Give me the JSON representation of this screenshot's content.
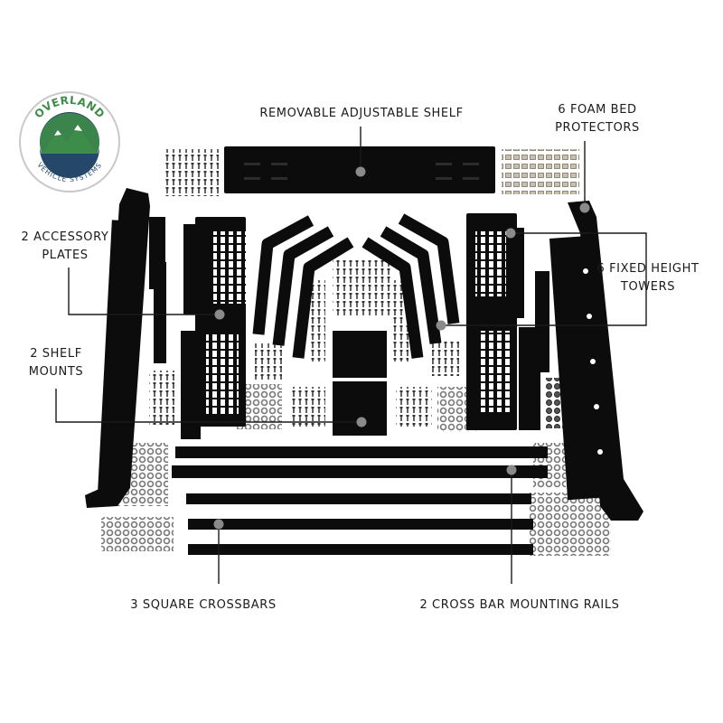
{
  "brand": {
    "name": "OVERLAND",
    "subtitle": "VEHICLE SYSTEMS",
    "colors": {
      "mountain": "#3e8c4a",
      "sky": "#25476a",
      "ring": "#ffffff",
      "border": "#c9c9c9"
    }
  },
  "callouts": {
    "shelf": {
      "line1": "REMOVABLE ADJUSTABLE SHELF"
    },
    "foam": {
      "line1": "6 FOAM BED",
      "line2": "PROTECTORS"
    },
    "plates": {
      "line1": "2 ACCESSORY",
      "line2": "PLATES"
    },
    "towers": {
      "line1": "6 FIXED HEIGHT",
      "line2": "TOWERS"
    },
    "mounts": {
      "line1": "2 SHELF",
      "line2": "MOUNTS"
    },
    "crossbars": {
      "line1": "3 SQUARE CROSSBARS"
    },
    "rails": {
      "line1": "2 CROSS BAR MOUNTING RAILS"
    }
  },
  "colors": {
    "parts": "#0c0c0c",
    "leader": "#1a1a1a",
    "dot": "#8a8a8a"
  }
}
